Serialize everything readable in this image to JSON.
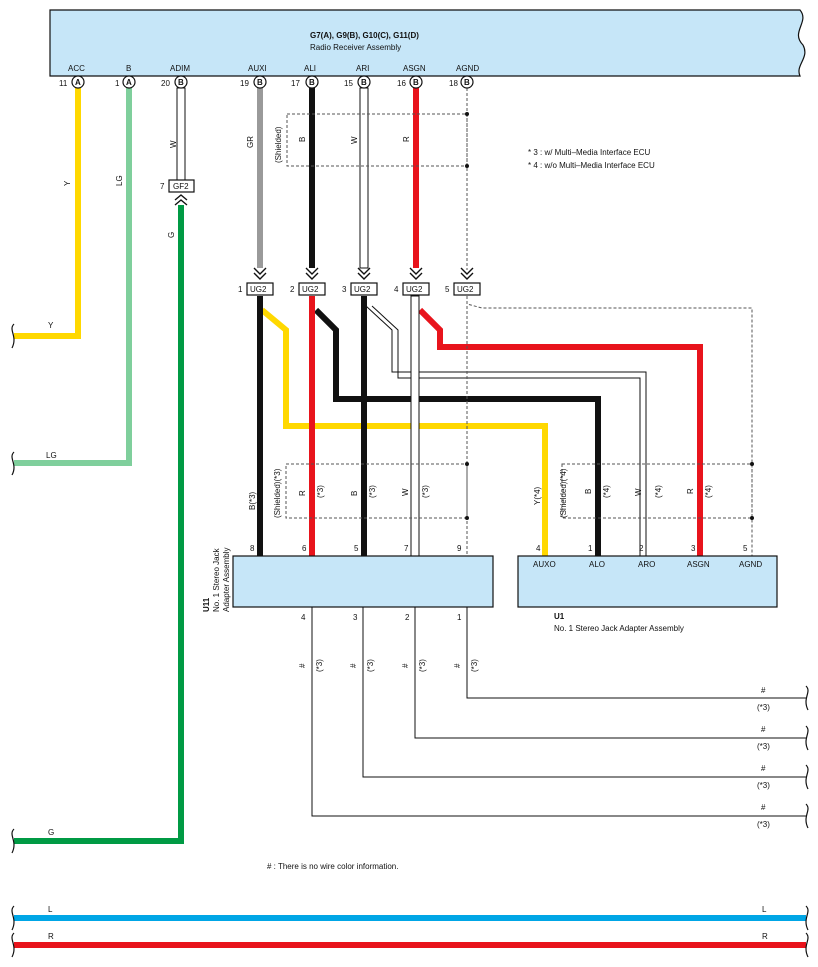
{
  "head_unit": {
    "title_line1": "G7(A), G9(B), G10(C), G11(D)",
    "title_line2": "Radio Receiver Assembly",
    "pins": [
      {
        "name": "ACC",
        "num": "11",
        "conn": "A"
      },
      {
        "name": "B",
        "num": "1",
        "conn": "A"
      },
      {
        "name": "ADIM",
        "num": "20",
        "conn": "B"
      },
      {
        "name": "AUXI",
        "num": "19",
        "conn": "B"
      },
      {
        "name": "ALI",
        "num": "17",
        "conn": "B"
      },
      {
        "name": "ARI",
        "num": "15",
        "conn": "B"
      },
      {
        "name": "ASGN",
        "num": "16",
        "conn": "B"
      },
      {
        "name": "AGND",
        "num": "18",
        "conn": "B"
      }
    ]
  },
  "notes": {
    "n3": "* 3 : w/ Multi–Media Interface ECU",
    "n4": "* 4 : w/o Multi–Media Interface ECU",
    "hash": "# : There is no wire color information."
  },
  "upper_wires": {
    "acc": "Y",
    "b": "LG",
    "adim": "W",
    "auxi": "GR",
    "shield": "(Shielded)",
    "ali": "B",
    "ari": "W",
    "asgn": "R"
  },
  "gf2": {
    "num": "7",
    "label": "GF2",
    "wire": "G"
  },
  "ug2": [
    {
      "num": "1",
      "label": "UG2"
    },
    {
      "num": "2",
      "label": "UG2"
    },
    {
      "num": "3",
      "label": "UG2"
    },
    {
      "num": "4",
      "label": "UG2"
    },
    {
      "num": "5",
      "label": "UG2"
    }
  ],
  "left_wires": {
    "y": "Y",
    "lg": "LG",
    "g": "G"
  },
  "u11": {
    "code": "U11",
    "name_line1": "No. 1 Stereo Jack",
    "name_line2": "Adapter Assembly",
    "top_pins": [
      "8",
      "6",
      "5",
      "7",
      "9"
    ],
    "wire_labels": [
      "B(*3)",
      "R",
      "(*3)",
      "B",
      "(*3)",
      "W",
      "(*3)"
    ],
    "shield": "(Shielded)(*3)",
    "bottom_pins": [
      "4",
      "3",
      "2",
      "1"
    ],
    "bottom_hash": "#",
    "bottom_note": "(*3)"
  },
  "u1": {
    "code": "U1",
    "name": "No. 1 Stereo Jack Adapter Assembly",
    "pins": [
      {
        "num": "4",
        "name": "AUXO",
        "wire": "Y(*4)"
      },
      {
        "num": "1",
        "name": "ALO",
        "wire": "B"
      },
      {
        "num": "2",
        "name": "ARO",
        "wire": "W"
      },
      {
        "num": "3",
        "name": "ASGN",
        "wire": "R"
      },
      {
        "num": "5",
        "name": "AGND",
        "wire": ""
      }
    ],
    "wire_note": "(*4)",
    "shield": "(Shielded)(*4)"
  },
  "right_outputs": {
    "hash": "#",
    "note": "(*3)"
  },
  "bottom_buses": {
    "l": "L",
    "r": "R"
  },
  "colors": {
    "yellow": "#ffd800",
    "lightgreen": "#7fcf9c",
    "green": "#009a44",
    "gray": "#9a9a9a",
    "black": "#111111",
    "red": "#e8141c",
    "blue": "#00a6e6",
    "box": "#c6e6f8"
  }
}
